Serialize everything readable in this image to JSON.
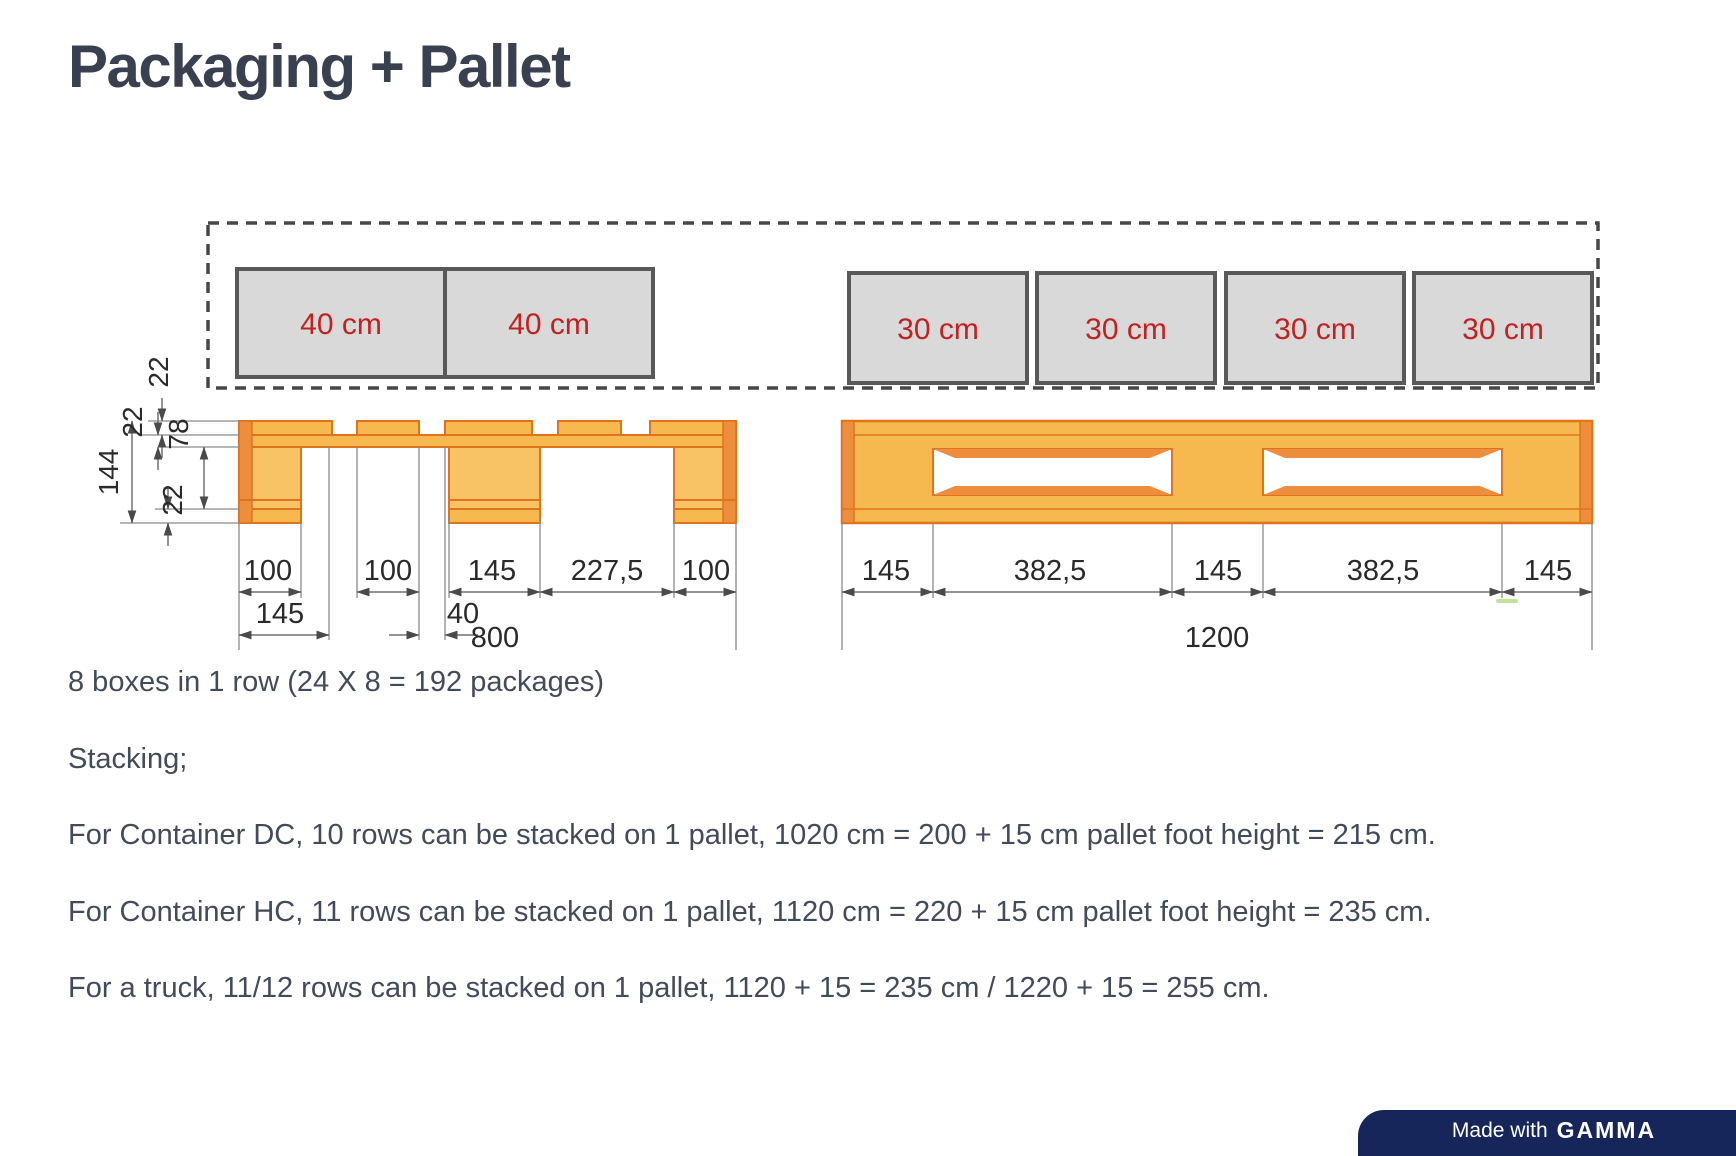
{
  "page": {
    "title": "Packaging + Pallet"
  },
  "diagram": {
    "boxes_large": [
      "40 cm",
      "40 cm"
    ],
    "boxes_small": [
      "30 cm",
      "30 cm",
      "30 cm",
      "30 cm"
    ],
    "left_pallet": {
      "vertical_dims": {
        "top_board": "22",
        "overall": "144",
        "deck": "22",
        "block": "78",
        "bottom_board": "22"
      },
      "row1": [
        "100",
        "100",
        "145",
        "227,5",
        "100"
      ],
      "row2": [
        "145",
        "40"
      ],
      "overall_width": "800"
    },
    "right_pallet": {
      "row1": [
        "145",
        "382,5",
        "145",
        "382,5",
        "145"
      ],
      "overall_width": "1200"
    }
  },
  "body": {
    "line1": "8 boxes in 1 row (24 X 8 = 192 packages)",
    "line2": "Stacking;",
    "line3": "For Container DC, 10 rows can be stacked on 1 pallet, 1020 cm = 200 + 15 cm pallet foot height = 215 cm.",
    "line4": "For Container HC, 11 rows can be stacked on 1 pallet, 1120 cm = 220 + 15 cm pallet foot height = 235 cm.",
    "line5": "For a truck, 11/12 rows can be stacked on 1 pallet, 1120 + 15 = 235 cm / 1220 + 15 = 255 cm."
  },
  "badge": {
    "prefix": "Made with",
    "brand": "GAMMA"
  },
  "colors": {
    "accent_red": "#c32020",
    "pallet_orange": "#f5b94f",
    "pallet_outline": "#e1731d",
    "box_gray": "#d9d9d9",
    "badge_navy": "#16265a"
  }
}
